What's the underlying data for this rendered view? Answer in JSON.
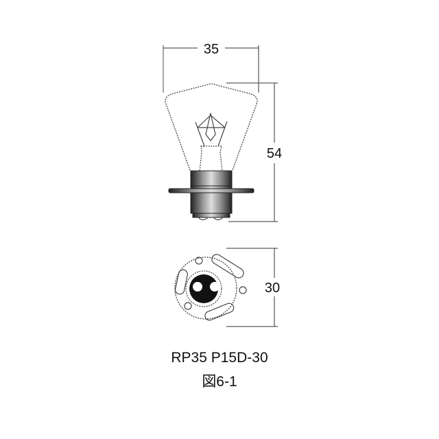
{
  "diagram": {
    "title": "RP35 P15D-30",
    "figure_label": "図6-1",
    "dimensions": {
      "width": "35",
      "height": "54",
      "base_diameter": "30"
    },
    "colors": {
      "line": "#111111",
      "outline": "#444444",
      "background": "#ffffff"
    }
  }
}
